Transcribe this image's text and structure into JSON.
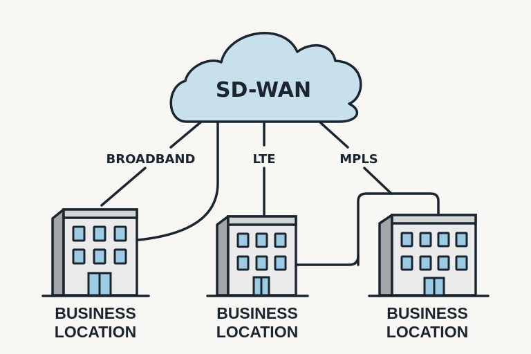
{
  "diagram": {
    "cloud": {
      "label": "SD-WAN",
      "fill": "#c8e0ec"
    },
    "links": [
      {
        "label": "BROADBAND"
      },
      {
        "label": "LTE"
      },
      {
        "label": "MPLS"
      }
    ],
    "locations": [
      {
        "line1": "BUSINESS",
        "line2": "LOCATION"
      },
      {
        "line1": "BUSINESS",
        "line2": "LOCATION"
      },
      {
        "line1": "BUSINESS",
        "line2": "LOCATION"
      }
    ],
    "colors": {
      "outline": "#1b2530",
      "window": "#9ccbe3",
      "building_face": "#ebebeb",
      "building_side": "#a3a5a8",
      "building_roof": "#d4d6d6",
      "background": "#f8f7f3"
    }
  }
}
